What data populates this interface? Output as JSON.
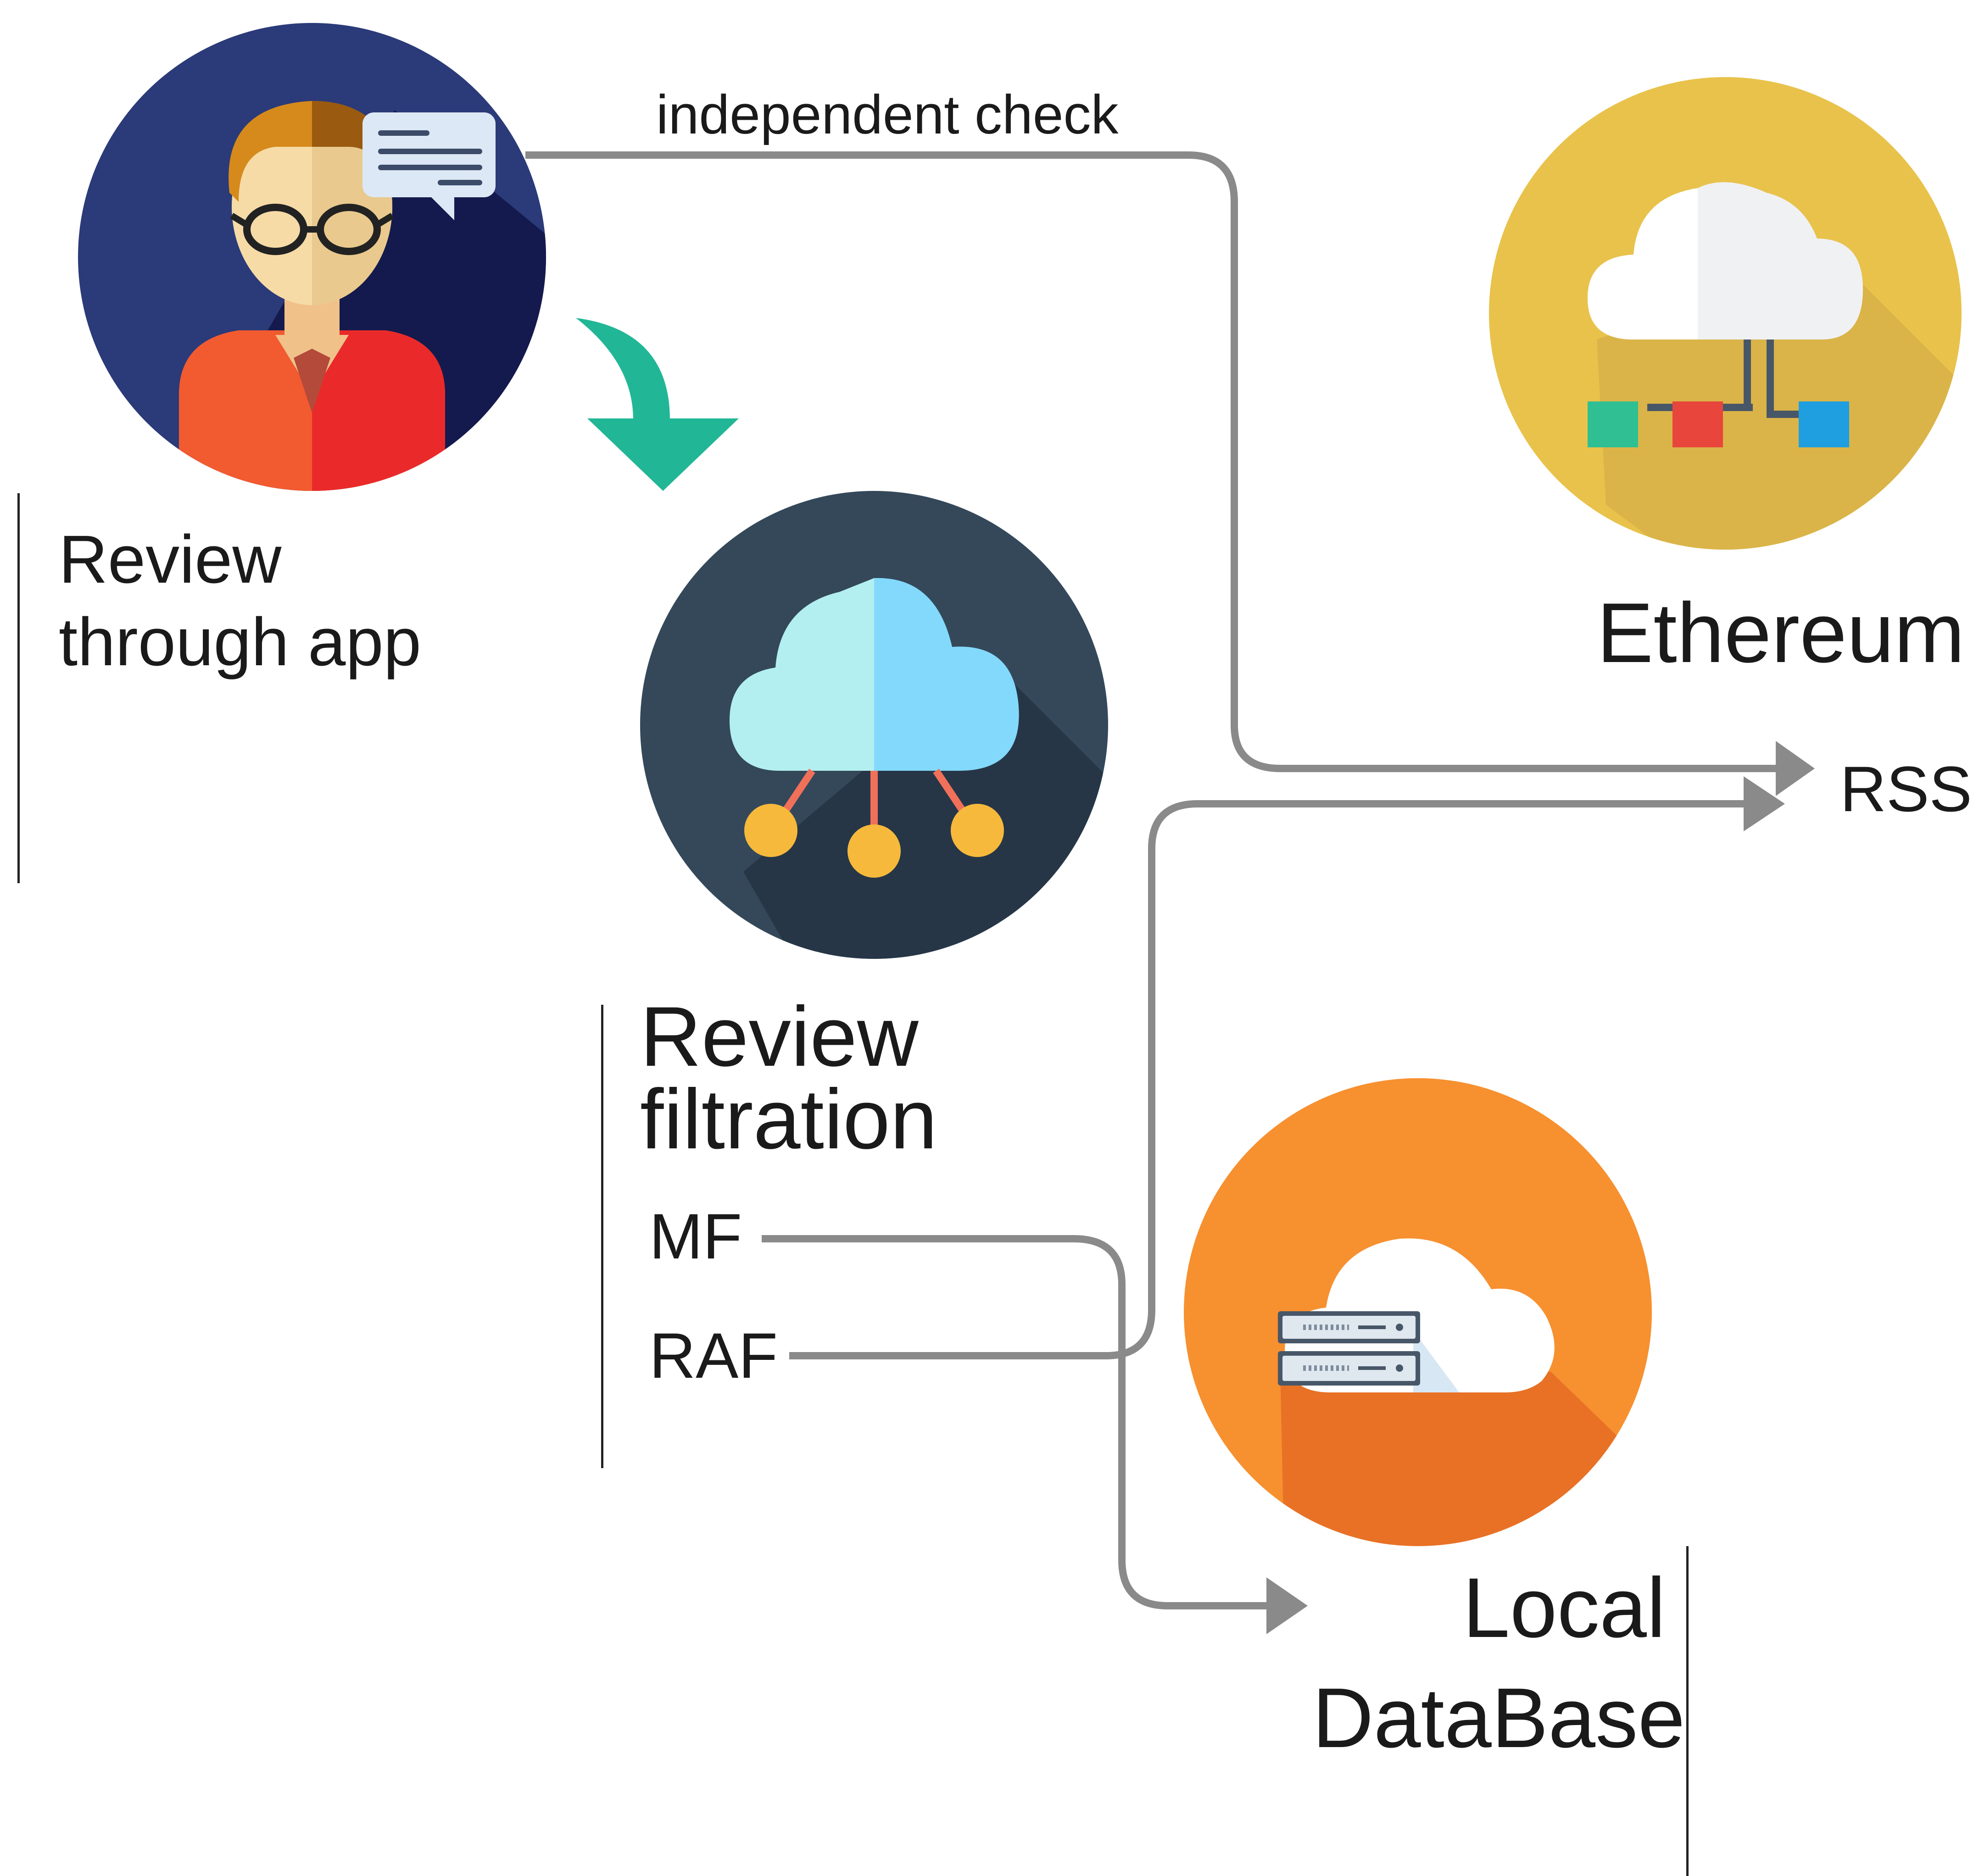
{
  "labels": {
    "review_app_line1": "Review",
    "review_app_line2": "through app",
    "review_filtration_line1": "Review",
    "review_filtration_line2": "filtration",
    "mf": "MF",
    "raf": "RAF",
    "independent_check": "independent check",
    "ethereum": "Ethereum",
    "rss": "RSS",
    "local_line1": "Local",
    "local_line2": "DataBase"
  },
  "icons": {
    "user": "user-reviewer-icon",
    "filter": "cloud-filter-network-icon",
    "ethereum": "cloud-blockchain-icon",
    "database": "cloud-server-database-icon",
    "flow_arrow": "curved-down-arrow-icon"
  },
  "colors": {
    "user_circle": "#2b3a78",
    "filter_circle": "#34485a",
    "ethereum_circle": "#e8c24b",
    "database_circle": "#f7902f",
    "flow_arrow": "#21b796",
    "connector": "#8a8a8a"
  }
}
